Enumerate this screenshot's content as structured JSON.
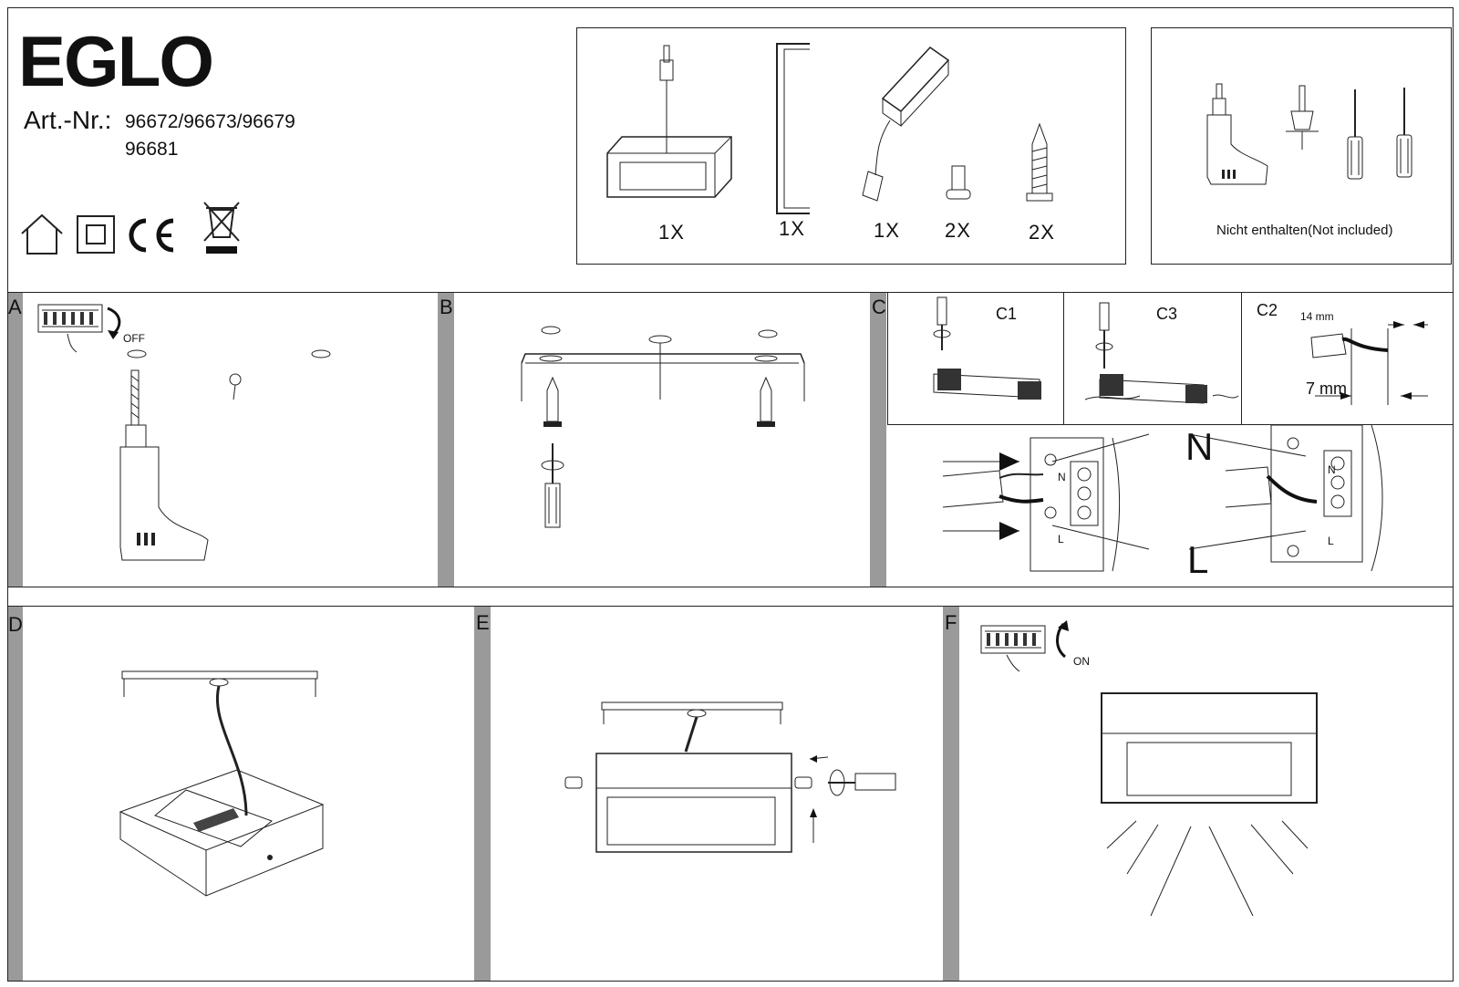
{
  "header": {
    "brand": "EGLO",
    "art_label": "Art.-Nr.:",
    "art_numbers_line1": "96672/96673/96679",
    "art_numbers_line2": "96681"
  },
  "symbols": [
    "house-icon",
    "class-ii-icon",
    "ce-mark",
    "weee-bin-icon"
  ],
  "contents": {
    "quantities": [
      "1X",
      "1X",
      "1X",
      "2X",
      "2X"
    ]
  },
  "tools": {
    "note": "Nicht enthalten(Not included)"
  },
  "steps": {
    "a": {
      "letter": "A",
      "switch_label": "OFF"
    },
    "b": {
      "letter": "B"
    },
    "c": {
      "letter": "C",
      "c1": "C1",
      "c3": "C3",
      "c2": "C2",
      "strip_14": "14 mm",
      "strip_7": "7 mm",
      "n_big": "N",
      "l_big": "L",
      "n_small": "N",
      "l_small": "L"
    },
    "d": {
      "letter": "D"
    },
    "e": {
      "letter": "E"
    },
    "f": {
      "letter": "F",
      "switch_label": "ON"
    }
  }
}
